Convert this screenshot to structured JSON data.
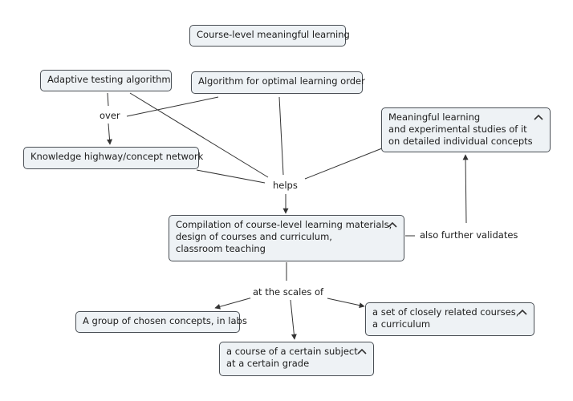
{
  "nodes": {
    "title": "Course-level meaningful learning",
    "adaptive": "Adaptive testing algorithm",
    "optimal": "Algorithm for optimal learning order",
    "meaningful": [
      "Meaningful learning",
      "and experimental studies of it",
      "on detailed individual concepts"
    ],
    "highway": "Knowledge highway/concept network",
    "compilation": [
      "Compilation of course-level learning materials,",
      "design of courses and curriculum,",
      "classroom teaching"
    ],
    "group": "A group of chosen concepts, in labs",
    "related": [
      "a set of closely related courses,",
      "a curriculum"
    ],
    "course": [
      "a course of a certain subject",
      "at a certain grade"
    ]
  },
  "links": {
    "over": "over",
    "helps": "helps",
    "validates": "also further validates",
    "scales": "at the scales of"
  },
  "colors": {
    "node_fill": "#eef2f5",
    "node_border": "#4a4f55",
    "line": "#333333"
  },
  "icons": {
    "collapse": "chevron-up-icon"
  }
}
